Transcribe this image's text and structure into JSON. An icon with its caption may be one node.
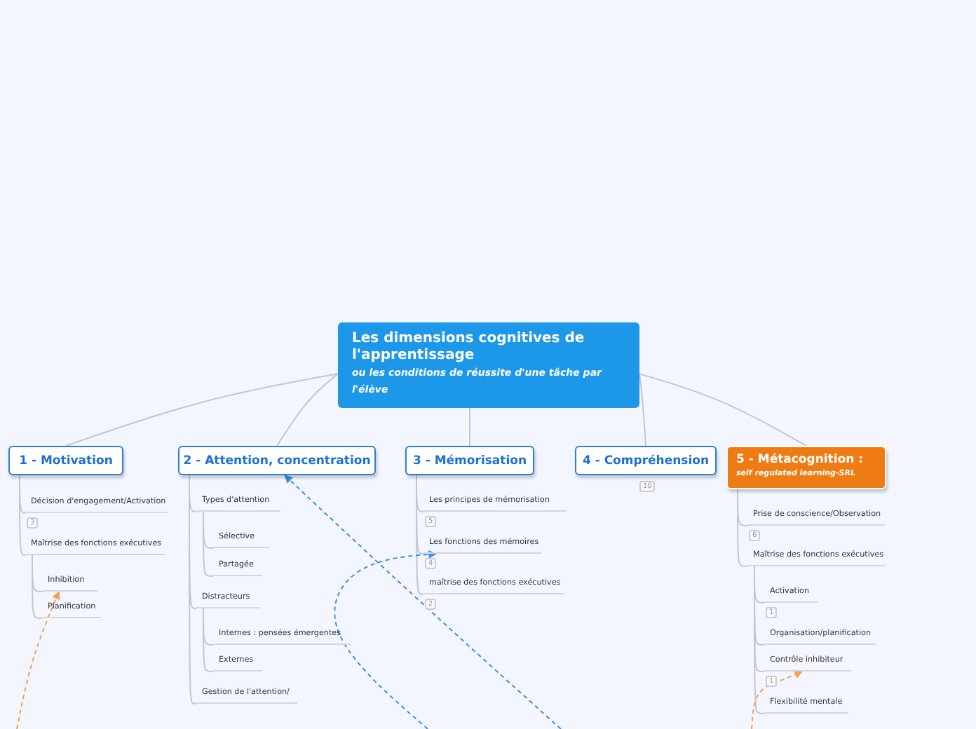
{
  "diagram": {
    "nodes": [
      {
        "text": [
          "Les dimensions cognitives de l'apprentissage",
          "ou les conditions de réussite d'une tâche par l'élève"
        ]
      },
      {
        "text": [
          "1 - Motivation"
        ]
      },
      {
        "text": [
          "2 - Attention, concentration"
        ]
      },
      {
        "text": [
          "3 - Mémorisation"
        ]
      },
      {
        "text": [
          "4 - Compréhension"
        ],
        "beside": [
          "10"
        ]
      },
      {
        "text": [
          "5 - Métacognition :",
          "self regulated learning-SRL"
        ]
      },
      {
        "text": [
          "Décision d'engagement/Activation"
        ],
        "beside": [
          "3"
        ]
      },
      {
        "text": [
          "Maîtrise des fonctions exécutives"
        ]
      },
      {
        "text": [
          "Inhibition"
        ]
      },
      {
        "text": [
          "Planification"
        ]
      },
      {
        "text": [
          "Types d'attention"
        ]
      },
      {
        "text": [
          "Sélective"
        ]
      },
      {
        "text": [
          "Partagée"
        ]
      },
      {
        "text": [
          "Distracteurs"
        ]
      },
      {
        "text": [
          "Internes : pensées émergentes"
        ]
      },
      {
        "text": [
          "Externes"
        ]
      },
      {
        "text": [
          "Gestion de l'attention/"
        ]
      },
      {
        "text": [
          "Les principes de mémorisation"
        ],
        "beside": [
          "5"
        ]
      },
      {
        "text": [
          "Les fonctions des mémoires"
        ],
        "beside": [
          "4"
        ]
      },
      {
        "text": [
          "maîtrise des fonctions exécutives"
        ],
        "beside": [
          "2"
        ]
      },
      {
        "text": [
          "Prise de conscience/Observation"
        ],
        "beside": [
          "6"
        ]
      },
      {
        "text": [
          "Maîtrise des fonctions exécutives"
        ]
      },
      {
        "text": [
          "Activation"
        ],
        "beside": [
          "1"
        ]
      },
      {
        "text": [
          "Organisation/planification"
        ]
      },
      {
        "text": [
          "Contrôle inhibiteur"
        ],
        "beside": [
          "1"
        ]
      },
      {
        "text": [
          "Flexibilité mentale"
        ]
      }
    ],
    "edges": [
      {
        "from": 0,
        "to": 1,
        "arrow": "none"
      },
      {
        "from": 0,
        "to": 2,
        "arrow": "none"
      },
      {
        "from": 0,
        "to": 3,
        "arrow": "none"
      },
      {
        "from": 0,
        "to": 4,
        "arrow": "none"
      },
      {
        "from": 0,
        "to": 5,
        "arrow": "none"
      },
      {
        "from": 1,
        "to": 6,
        "arrow": "none"
      },
      {
        "from": 1,
        "to": 7,
        "arrow": "none"
      },
      {
        "from": 7,
        "to": 8,
        "arrow": "none"
      },
      {
        "from": 7,
        "to": 9,
        "arrow": "none"
      },
      {
        "from": 2,
        "to": 10,
        "arrow": "none"
      },
      {
        "from": 10,
        "to": 11,
        "arrow": "none"
      },
      {
        "from": 10,
        "to": 12,
        "arrow": "none"
      },
      {
        "from": 2,
        "to": 13,
        "arrow": "none"
      },
      {
        "from": 13,
        "to": 14,
        "arrow": "none"
      },
      {
        "from": 13,
        "to": 15,
        "arrow": "none"
      },
      {
        "from": 2,
        "to": 16,
        "arrow": "none"
      },
      {
        "from": 3,
        "to": 17,
        "arrow": "none"
      },
      {
        "from": 3,
        "to": 18,
        "arrow": "none"
      },
      {
        "from": 3,
        "to": 19,
        "arrow": "none"
      },
      {
        "from": 5,
        "to": 20,
        "arrow": "none"
      },
      {
        "from": 5,
        "to": 21,
        "arrow": "none"
      },
      {
        "from": 21,
        "to": 22,
        "arrow": "none"
      },
      {
        "from": 21,
        "to": 23,
        "arrow": "none"
      },
      {
        "from": 21,
        "to": 24,
        "arrow": "none"
      },
      {
        "from": 21,
        "to": 25,
        "arrow": "none"
      },
      {
        "from": null,
        "to": 8,
        "arrow": "to",
        "style": "dashed",
        "color": "#f5a04e"
      },
      {
        "from": null,
        "to": 2,
        "arrow": "to",
        "style": "dashed",
        "color": "#3d8ee6"
      },
      {
        "from": null,
        "to": 18,
        "arrow": "to",
        "style": "dashed",
        "color": "#3d8ee6"
      },
      {
        "from": null,
        "to": 24,
        "arrow": "to",
        "style": "dashed",
        "color": "#f5a04e"
      }
    ]
  }
}
